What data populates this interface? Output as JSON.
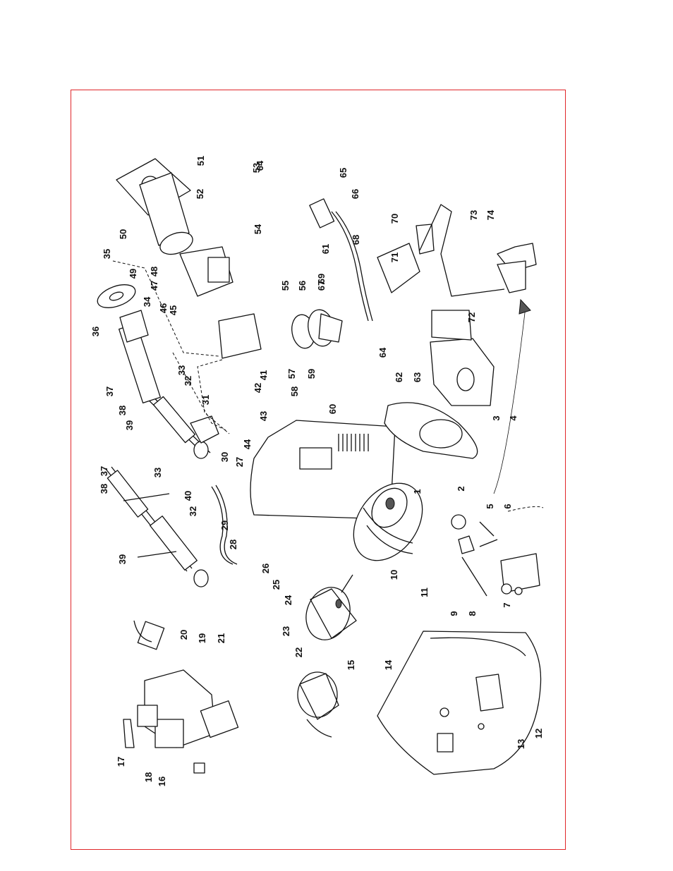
{
  "frame_color": "#e0262a",
  "callouts": [
    {
      "id": "c1",
      "text": "1"
    },
    {
      "id": "c2",
      "text": "2"
    },
    {
      "id": "c3",
      "text": "3"
    },
    {
      "id": "c4",
      "text": "4"
    },
    {
      "id": "c5",
      "text": "5"
    },
    {
      "id": "c6",
      "text": "6"
    },
    {
      "id": "c7",
      "text": "7"
    },
    {
      "id": "c8",
      "text": "8"
    },
    {
      "id": "c9",
      "text": "9"
    },
    {
      "id": "c10",
      "text": "10"
    },
    {
      "id": "c11",
      "text": "11"
    },
    {
      "id": "c12",
      "text": "12"
    },
    {
      "id": "c13",
      "text": "13"
    },
    {
      "id": "c14",
      "text": "14"
    },
    {
      "id": "c15",
      "text": "15"
    },
    {
      "id": "c16",
      "text": "16"
    },
    {
      "id": "c17",
      "text": "17"
    },
    {
      "id": "c18",
      "text": "18"
    },
    {
      "id": "c19",
      "text": "19"
    },
    {
      "id": "c20",
      "text": "20"
    },
    {
      "id": "c21",
      "text": "21"
    },
    {
      "id": "c22",
      "text": "22"
    },
    {
      "id": "c23",
      "text": "23"
    },
    {
      "id": "c24",
      "text": "24"
    },
    {
      "id": "c25",
      "text": "25"
    },
    {
      "id": "c26",
      "text": "26"
    },
    {
      "id": "c27",
      "text": "27"
    },
    {
      "id": "c28",
      "text": "28"
    },
    {
      "id": "c29",
      "text": "29"
    },
    {
      "id": "c30",
      "text": "30"
    },
    {
      "id": "c31",
      "text": "31"
    },
    {
      "id": "c32a",
      "text": "32"
    },
    {
      "id": "c32b",
      "text": "32"
    },
    {
      "id": "c33a",
      "text": "33"
    },
    {
      "id": "c33b",
      "text": "33"
    },
    {
      "id": "c34",
      "text": "34"
    },
    {
      "id": "c35",
      "text": "35"
    },
    {
      "id": "c36",
      "text": "36"
    },
    {
      "id": "c37a",
      "text": "37"
    },
    {
      "id": "c37b",
      "text": "37"
    },
    {
      "id": "c38a",
      "text": "38"
    },
    {
      "id": "c38b",
      "text": "38"
    },
    {
      "id": "c39a",
      "text": "39"
    },
    {
      "id": "c39b",
      "text": "39"
    },
    {
      "id": "c40",
      "text": "40"
    },
    {
      "id": "c41",
      "text": "41"
    },
    {
      "id": "c42",
      "text": "42"
    },
    {
      "id": "c43",
      "text": "43"
    },
    {
      "id": "c44",
      "text": "44"
    },
    {
      "id": "c45",
      "text": "45"
    },
    {
      "id": "c46",
      "text": "46"
    },
    {
      "id": "c47",
      "text": "47"
    },
    {
      "id": "c48",
      "text": "48"
    },
    {
      "id": "c49",
      "text": "49"
    },
    {
      "id": "c50",
      "text": "50"
    },
    {
      "id": "c51",
      "text": "51"
    },
    {
      "id": "c52",
      "text": "52"
    },
    {
      "id": "c53",
      "text": "53"
    },
    {
      "id": "c54",
      "text": "54"
    },
    {
      "id": "c55",
      "text": "55"
    },
    {
      "id": "c56",
      "text": "56"
    },
    {
      "id": "c57",
      "text": "57"
    },
    {
      "id": "c58",
      "text": "58"
    },
    {
      "id": "c59",
      "text": "59"
    },
    {
      "id": "c60",
      "text": "60"
    },
    {
      "id": "c61",
      "text": "61"
    },
    {
      "id": "c62",
      "text": "62"
    },
    {
      "id": "c63",
      "text": "63"
    },
    {
      "id": "c64a",
      "text": "64"
    },
    {
      "id": "c64b",
      "text": "64"
    },
    {
      "id": "c65",
      "text": "65"
    },
    {
      "id": "c66",
      "text": "66"
    },
    {
      "id": "c67",
      "text": "67"
    },
    {
      "id": "c68",
      "text": "68"
    },
    {
      "id": "c69",
      "text": "69"
    },
    {
      "id": "c70",
      "text": "70"
    },
    {
      "id": "c71",
      "text": "71"
    },
    {
      "id": "c72",
      "text": "72"
    },
    {
      "id": "c73",
      "text": "73"
    },
    {
      "id": "c74",
      "text": "74"
    }
  ]
}
